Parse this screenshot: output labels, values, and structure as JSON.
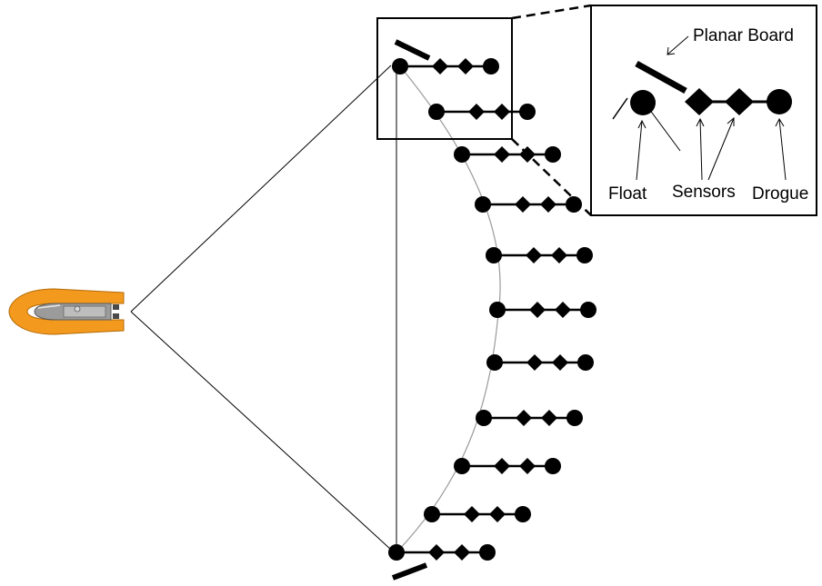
{
  "labels": {
    "planar_board": "Planar Board",
    "float": "Float",
    "sensors": "Sensors",
    "drogue": "Drogue"
  },
  "strings": [
    {
      "float": [
        440,
        73
      ]
    },
    {
      "float": [
        480,
        123
      ]
    },
    {
      "float": [
        508,
        170
      ]
    },
    {
      "float": [
        531,
        225
      ]
    },
    {
      "float": [
        543,
        281
      ]
    },
    {
      "float": [
        547,
        341
      ]
    },
    {
      "float": [
        544,
        399
      ]
    },
    {
      "float": [
        532,
        460
      ]
    },
    {
      "float": [
        508,
        513
      ]
    },
    {
      "float": [
        475,
        566
      ]
    },
    {
      "float": [
        436,
        608
      ]
    }
  ],
  "colors": {
    "boat_hull": "#f39a1e",
    "ink": "#000000",
    "arc": "#9a9a9a"
  }
}
